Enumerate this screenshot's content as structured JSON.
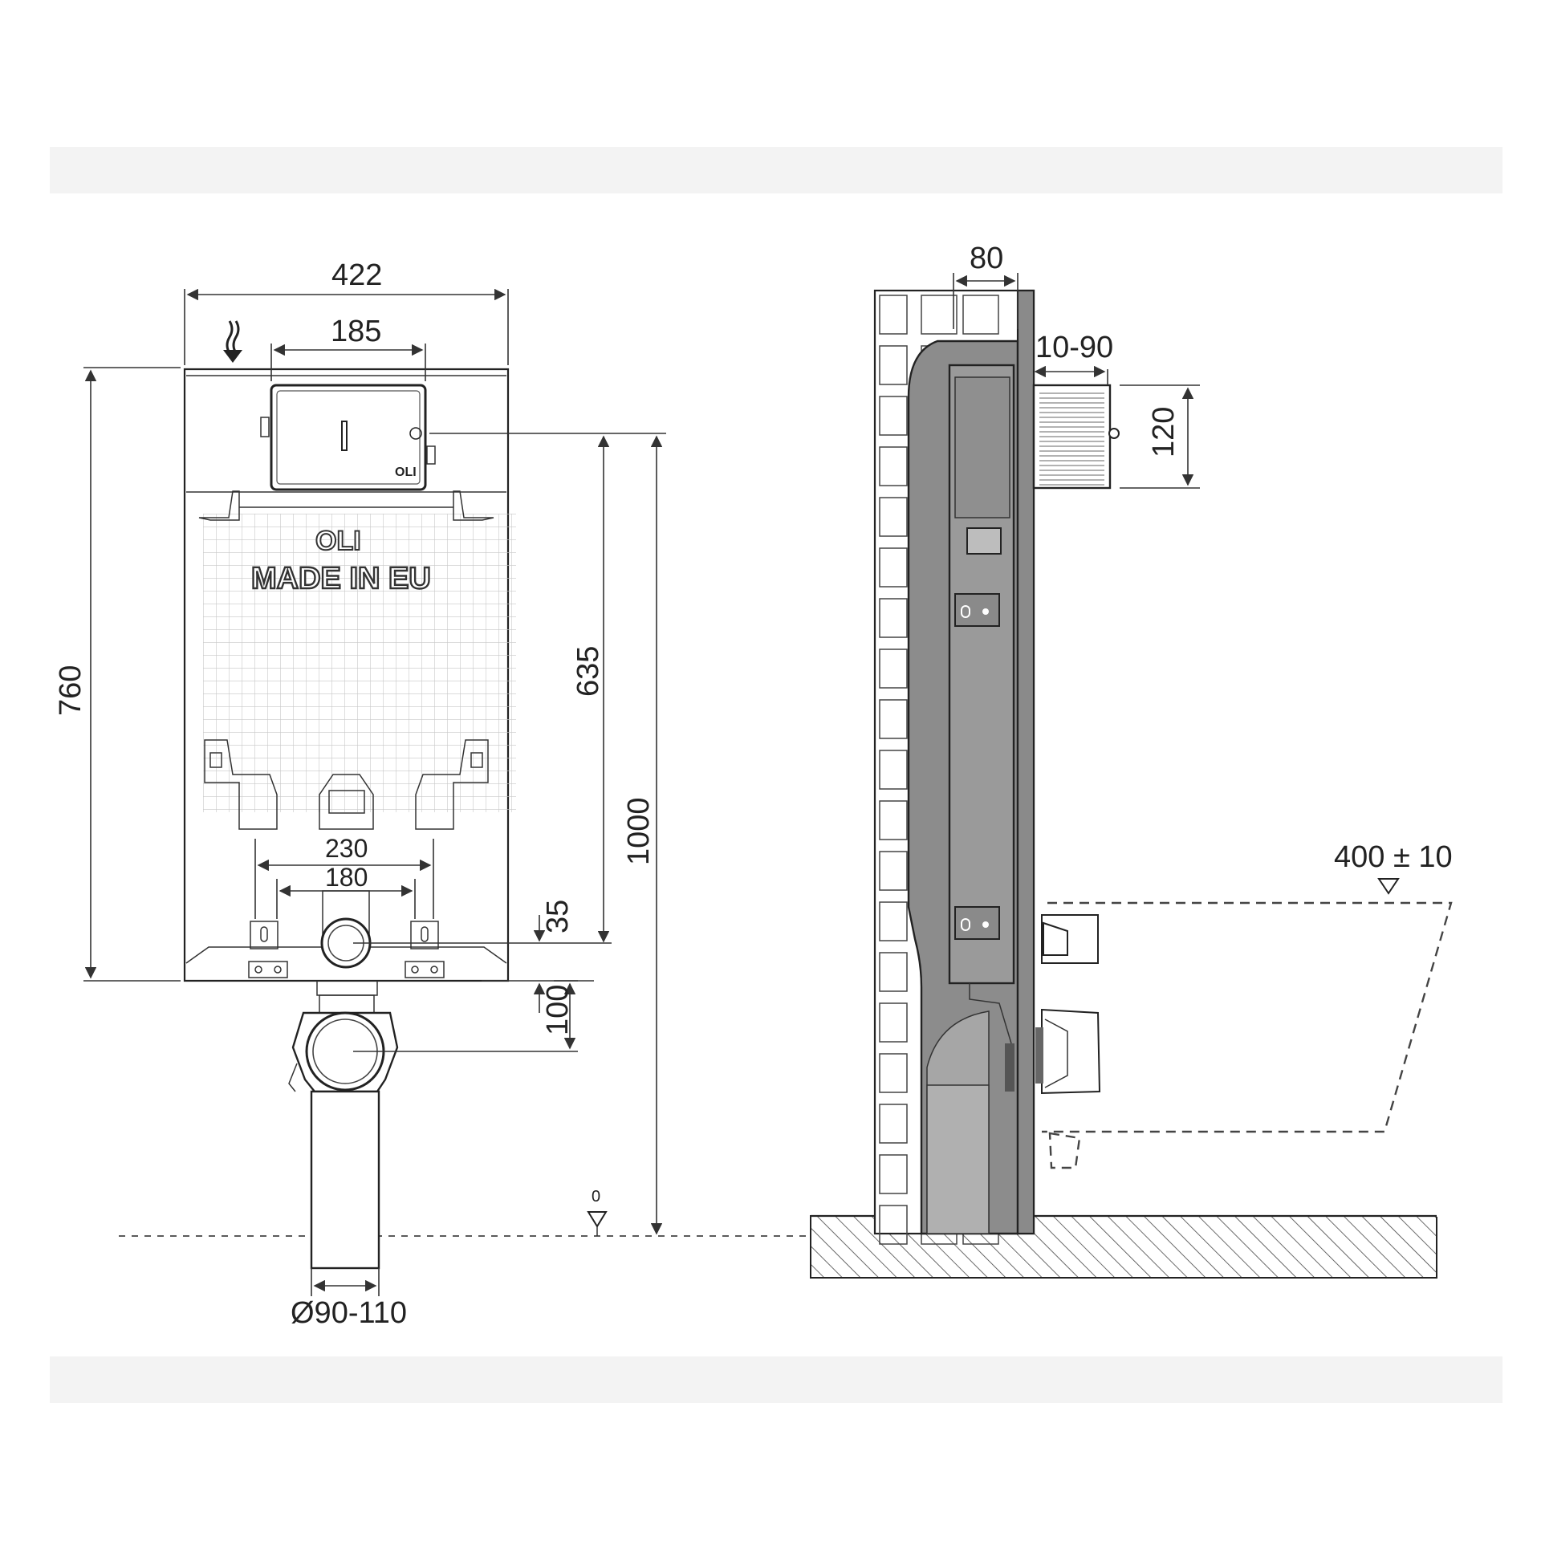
{
  "front_view": {
    "width_label": "422",
    "button_width_label": "185",
    "height_label": "760",
    "mount_spacing_outer_label": "230",
    "mount_spacing_inner_label": "180",
    "outlet_offset_label": "35",
    "outlet_drop_label": "100",
    "button_height_label": "635",
    "total_height_label": "1000",
    "pipe_diameter_label": "Ø90-110",
    "floor_level_label": "0",
    "brand_text": "OLI",
    "made_in_text": "MADE IN EU",
    "button_brand_text": "OLI"
  },
  "side_view": {
    "depth_label": "80",
    "wall_offset_label": "10-90",
    "button_height_label": "120",
    "bowl_height_label": "400 ± 10"
  }
}
